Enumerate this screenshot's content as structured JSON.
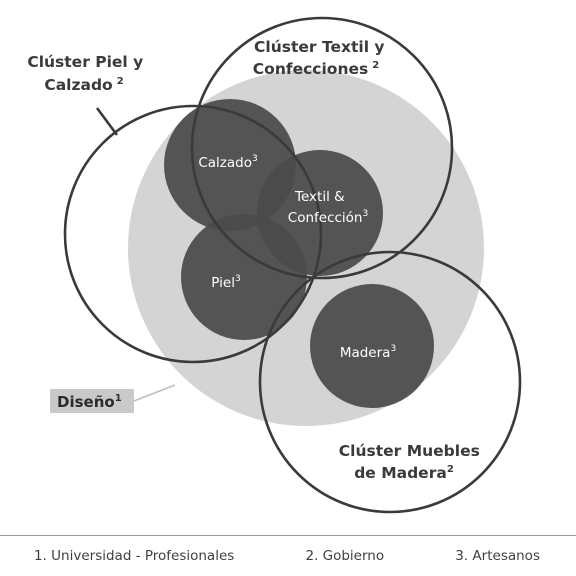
{
  "diseno": {
    "label": "Diseño",
    "superscript": "1"
  },
  "clusters": {
    "piel_calzado": {
      "line1": "Clúster Piel y",
      "line2": "Calzado",
      "superscript": "2"
    },
    "textil": {
      "line1": "Clúster Textil y",
      "line2": "Confecciones",
      "superscript": "2"
    },
    "muebles": {
      "line1": "Clúster Muebles",
      "line2": "de Madera",
      "superscript": "2"
    }
  },
  "sectors": {
    "calzado": {
      "label": "Calzado",
      "superscript": "3"
    },
    "textil": {
      "line1": "Textil &",
      "line2": "Confección",
      "superscript": "3"
    },
    "piel": {
      "label": "Piel",
      "superscript": "3"
    },
    "madera": {
      "label": "Madera",
      "superscript": "3"
    }
  },
  "legend": {
    "item1": "1. Universidad - Profesionales",
    "item2": "2. Gobierno",
    "item3": "3. Artesanos"
  },
  "colors": {
    "large_fill": "#d4d4d4",
    "inner_fill": "#4a4a4a",
    "outline": "#3a3a3a"
  }
}
